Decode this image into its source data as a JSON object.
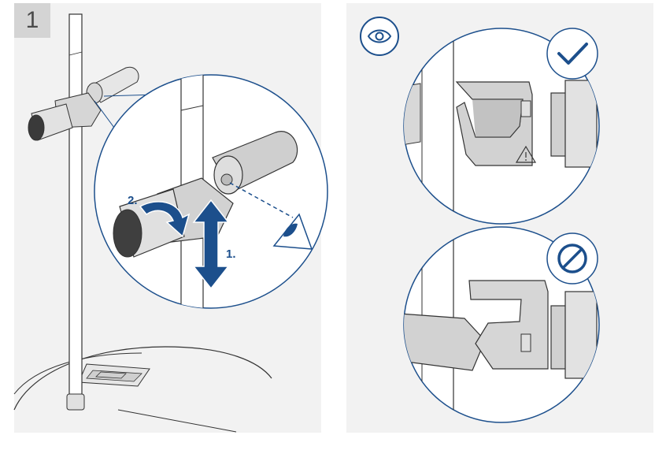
{
  "step": {
    "number": "1"
  },
  "callouts": {
    "lift": "1.",
    "rotate": "2."
  },
  "icons": {
    "eye": "eye-icon",
    "ok": "checkmark-icon",
    "not_ok": "prohibited-icon",
    "warning": "warning-triangle-icon",
    "arrow_updown": "double-arrow-vertical-icon",
    "arrow_rotate": "rotate-arrow-icon",
    "viewer": "eye-view-icon"
  },
  "colors": {
    "accent": "#1c4f8c",
    "panel_bg": "#f2f2f2",
    "badge_bg": "#d4d4d4",
    "metal": "#cfcfcf",
    "line": "#333333"
  }
}
